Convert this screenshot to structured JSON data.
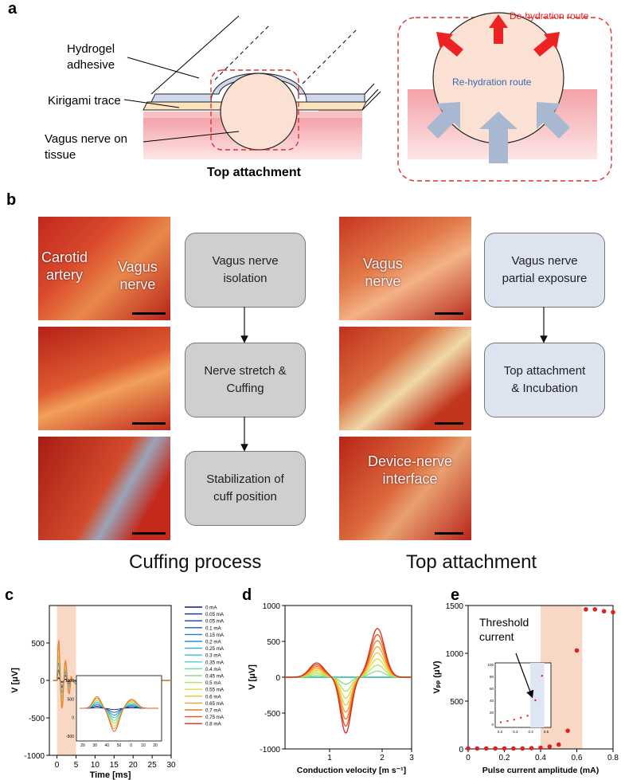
{
  "panels": {
    "a": "a",
    "b": "b",
    "c": "c",
    "d": "d",
    "e": "e"
  },
  "panel_a": {
    "labels": {
      "hydrogel": "Hydrogel\nadhesive",
      "kirigami": "Kirigami trace",
      "vagus": "Vagus nerve on\ntissue",
      "title": "Top attachment"
    },
    "inset": {
      "dehydration": "De-hydration route",
      "rehydration": "Re-hydration route"
    }
  },
  "panel_b": {
    "photo_labels": {
      "carotid": "Carotid\nartery",
      "vagus_left": "Vagus\nnerve",
      "vagus_right": "Vagus\nnerve",
      "interface": "Device-nerve\ninterface"
    },
    "left_steps": [
      "Vagus nerve\nisolation",
      "Nerve stretch &\nCuffing",
      "Stabilization of\ncuff position"
    ],
    "right_steps": [
      "Vagus nerve\npartial exposure",
      "Top attachment\n& Incubation"
    ],
    "captions": {
      "left": "Cuffing process",
      "right": "Top attachment"
    }
  },
  "chart_data": [
    {
      "panel": "c",
      "type": "line",
      "xlabel": "Time [ms]",
      "ylabel": "V [μV]",
      "ylim": [
        -1000,
        1000
      ],
      "xlim": [
        -2,
        30
      ],
      "yticks": [
        -1000,
        -500,
        0,
        500
      ],
      "xticks": [
        0,
        5,
        10,
        15,
        20,
        25,
        30
      ],
      "legend": [
        "0 mA",
        "0.05 mA",
        "0.05 mA",
        "0.1 mA",
        "0.15 mA",
        "0.2 mA",
        "0.25 mA",
        "0.3 mA",
        "0.35 mA",
        "0.4 mA",
        "0.45 mA",
        "0.5 mA",
        "0.55 mA",
        "0.6 mA",
        "0.65 mA",
        "0.7 mA",
        "0.75 mA",
        "0.8 mA"
      ],
      "legend_position": "right",
      "inset_ticks_x": [
        20,
        30,
        40,
        50,
        0,
        10,
        20
      ],
      "inset_ticks_y": [
        1000,
        500,
        0,
        -500
      ]
    },
    {
      "panel": "d",
      "type": "line",
      "xlabel": "Conduction velocity [m s⁻¹]",
      "ylabel": "V [μV]",
      "ylim": [
        -1000,
        1000
      ],
      "yticks": [
        -1000,
        -500,
        0,
        500,
        1000
      ],
      "xticks": [
        "1",
        "2",
        "3"
      ]
    },
    {
      "panel": "e",
      "type": "scatter",
      "xlabel": "Pulse current amplitude (mA)",
      "ylabel": "Vₚₚ (μV)",
      "xlim": [
        0,
        0.8
      ],
      "ylim": [
        0,
        1500
      ],
      "xticks": [
        0,
        0.2,
        0.4,
        0.6,
        0.8
      ],
      "yticks": [
        0,
        500,
        1000,
        1500
      ],
      "annotation": "Threshold\ncurrent",
      "x": [
        0,
        0.05,
        0.1,
        0.15,
        0.2,
        0.25,
        0.3,
        0.35,
        0.4,
        0.45,
        0.5,
        0.55,
        0.6,
        0.65,
        0.7,
        0.75,
        0.8
      ],
      "y": [
        5,
        5,
        5,
        5,
        5,
        5,
        5,
        8,
        12,
        25,
        45,
        190,
        1030,
        1460,
        1460,
        1440,
        1430
      ],
      "highlight_x_range": [
        0.4,
        0.63
      ],
      "inset_xticks": [
        0.2,
        0.3,
        0.4,
        0.5
      ],
      "inset_yticks": [
        100,
        80,
        60,
        40,
        20,
        0
      ]
    }
  ]
}
